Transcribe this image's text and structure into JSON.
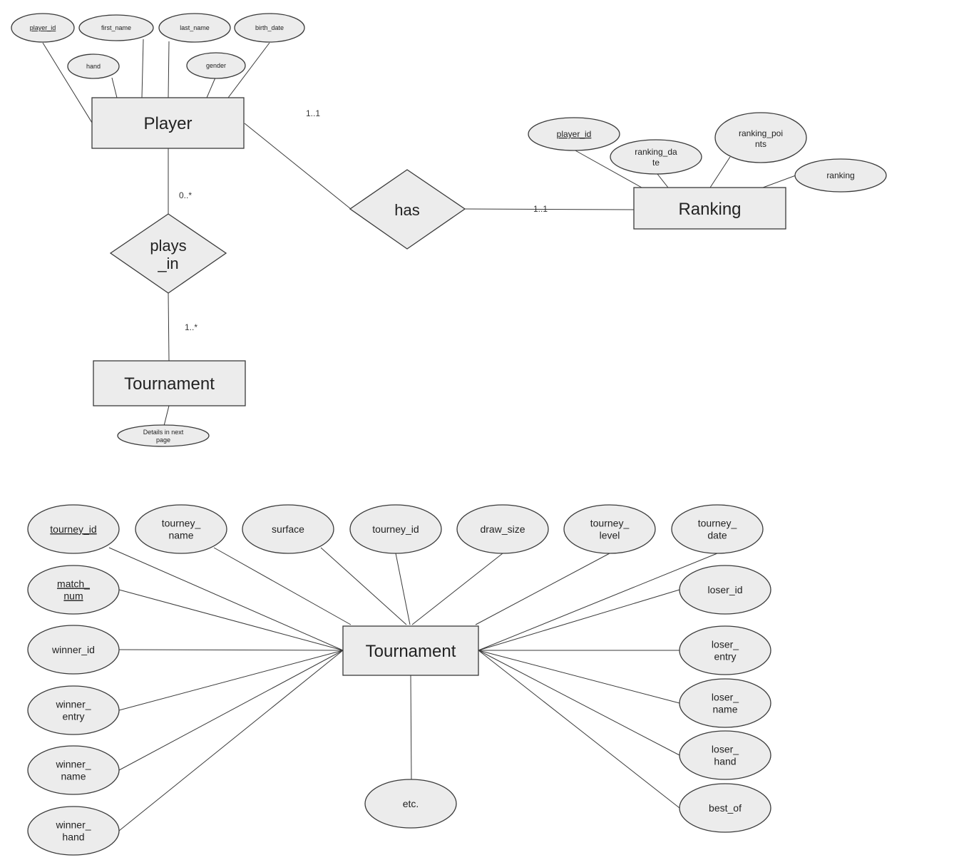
{
  "er1": {
    "entities": {
      "player": "Player",
      "ranking": "Ranking",
      "tournament": "Tournament"
    },
    "relationships": {
      "has": "has",
      "plays_in": [
        "plays",
        "_in"
      ]
    },
    "player_attrs": {
      "player_id": "player_id",
      "first_name": "first_name",
      "last_name": "last_name",
      "birth_date": "birth_date",
      "hand": "hand",
      "gender": "gender"
    },
    "ranking_attrs": {
      "player_id": "player_id",
      "ranking_date": [
        "ranking_da",
        "te"
      ],
      "ranking_points": [
        "ranking_poi",
        "nts"
      ],
      "ranking": "ranking"
    },
    "tournament_note": [
      "Details in next",
      "page"
    ],
    "cardinalities": {
      "player_has": "1..1",
      "has_ranking": "1..1",
      "player_plays_in": "0..*",
      "plays_in_tournament": "1..*"
    }
  },
  "er2": {
    "entity": "Tournament",
    "top_attrs": [
      [
        "tourney_id"
      ],
      [
        "tourney_",
        "name"
      ],
      [
        "surface"
      ],
      [
        "tourney_id"
      ],
      [
        "draw_size"
      ],
      [
        "tourney_",
        "level"
      ],
      [
        "tourney_",
        "date"
      ]
    ],
    "left_attrs": [
      [
        "match_",
        "num"
      ],
      [
        "winner_id"
      ],
      [
        "winner_",
        "entry"
      ],
      [
        "winner_",
        "name"
      ],
      [
        "winner_",
        "hand"
      ]
    ],
    "right_attrs": [
      [
        "loser_id"
      ],
      [
        "loser_",
        "entry"
      ],
      [
        "loser_",
        "name"
      ],
      [
        "loser_",
        "hand"
      ],
      [
        "best_of"
      ]
    ],
    "bottom_attr": [
      "etc."
    ]
  }
}
